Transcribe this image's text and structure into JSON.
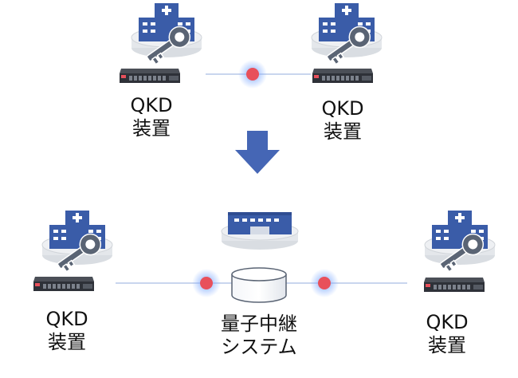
{
  "top": {
    "left_node": {
      "line1": "QKD",
      "line2": "装置"
    },
    "right_node": {
      "line1": "QKD",
      "line2": "装置"
    }
  },
  "bottom": {
    "left_node": {
      "line1": "QKD",
      "line2": "装置"
    },
    "relay": {
      "line1": "量子中継",
      "line2": "システム"
    },
    "right_node": {
      "line1": "QKD",
      "line2": "装置"
    }
  },
  "colors": {
    "building": "#3a5ca8",
    "key": "#5a6474",
    "disc": "#e3e6ea",
    "link": "#c9d6ee",
    "photon": "#e8505b",
    "photon_glow": "#7aa7ff",
    "arrow": "#4566b5"
  },
  "icons": [
    "hospital-building-icon",
    "key-icon",
    "rack-server-icon",
    "photon-dot",
    "down-arrow-icon",
    "relay-station-icon",
    "database-cylinder-icon"
  ]
}
